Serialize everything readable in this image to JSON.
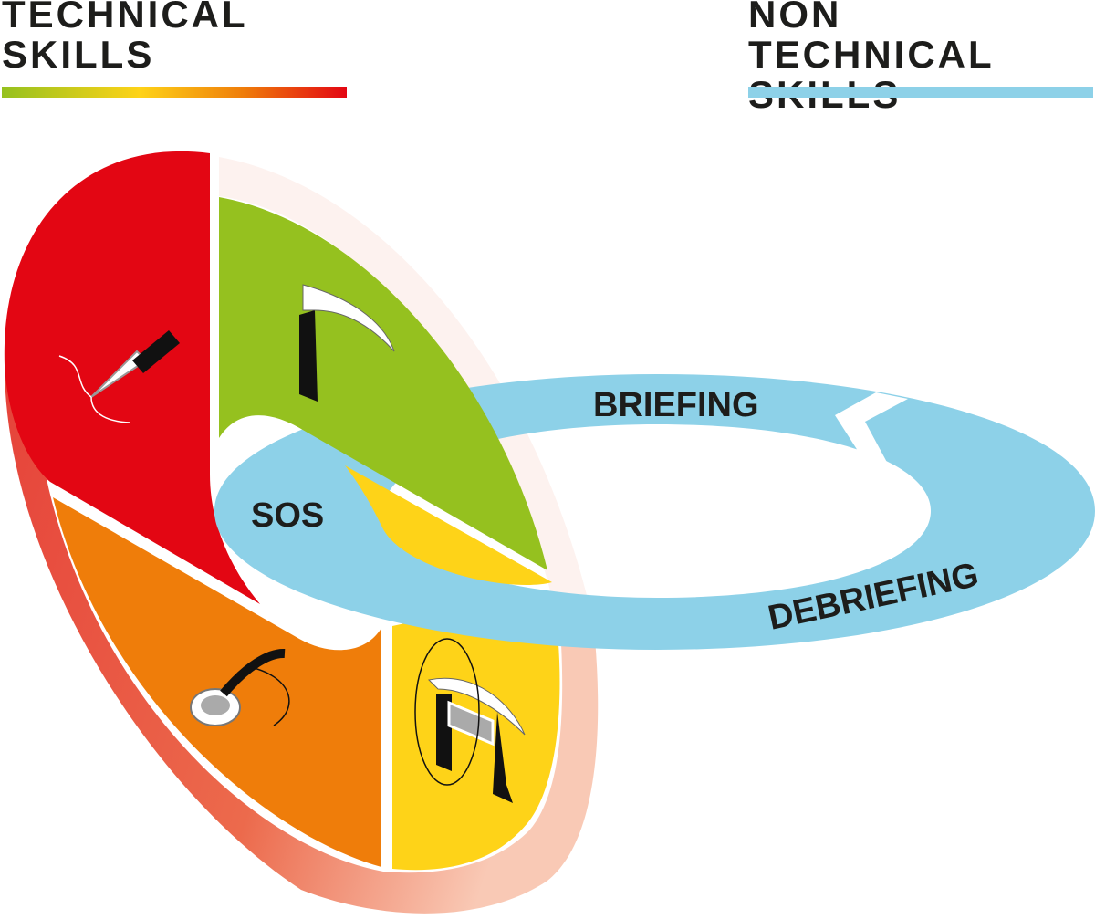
{
  "headers": {
    "technical": {
      "line1": "TECHNICAL",
      "line2": "SKILLS"
    },
    "non_technical": {
      "line1": "NON TECHNICAL",
      "line2": "SKILLS"
    }
  },
  "ring_labels": {
    "briefing": "BRIEFING",
    "sos": "SOS",
    "debriefing": "DEBRIEFING"
  },
  "colors": {
    "red": "#e30613",
    "green": "#95c11f",
    "yellow": "#fed318",
    "orange": "#ef7d0a",
    "blue": "#8dd1e8",
    "rim": "#e8503a",
    "rim_light": "#fdf2ef",
    "text": "#1d1d1b"
  },
  "icons": [
    "scalpel-icon",
    "laryngoscope-icon",
    "mask-icon",
    "videolaryngoscope-icon"
  ]
}
